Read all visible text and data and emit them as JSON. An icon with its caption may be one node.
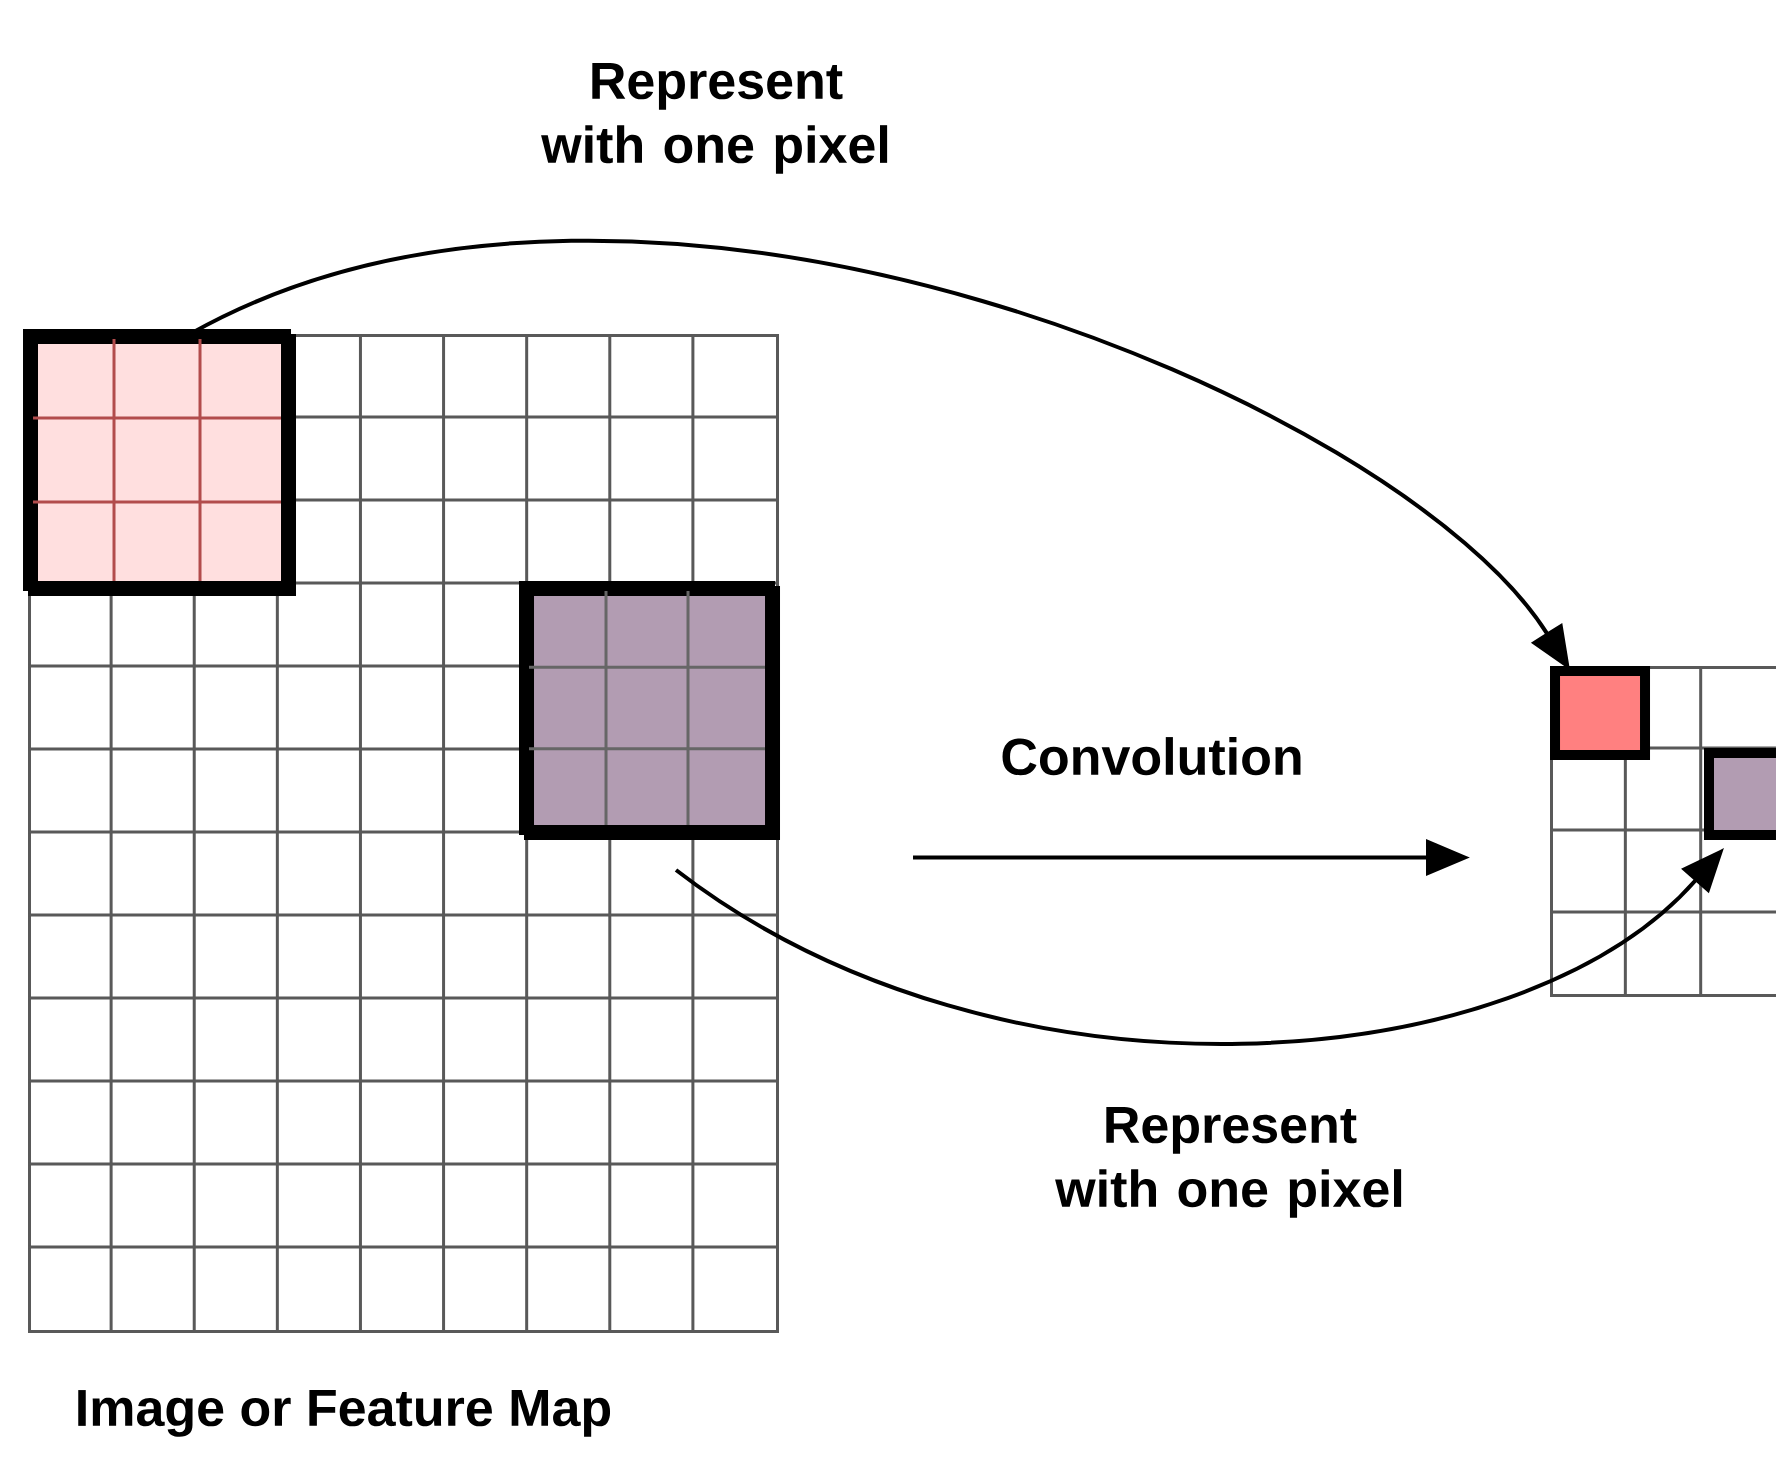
{
  "diagram": {
    "nodes": [
      {
        "text": [],
        "shape": "box",
        "beside": [
          "Image or Feature Map"
        ]
      },
      {
        "text": [],
        "shape": "box",
        "in": 0
      },
      {
        "text": [],
        "shape": "box",
        "in": 0
      },
      {
        "text": [],
        "shape": "box"
      },
      {
        "text": [],
        "shape": "box",
        "in": 3
      },
      {
        "text": [],
        "shape": "box",
        "in": 3
      }
    ],
    "edges": [
      {
        "from": 1,
        "to": 4,
        "arrow": "to",
        "label": "Represent with one pixel"
      },
      {
        "from": 0,
        "to": 3,
        "arrow": "to",
        "label": "Convolution"
      },
      {
        "from": 2,
        "to": 5,
        "arrow": "to",
        "label": "Represent with one pixel"
      }
    ]
  }
}
